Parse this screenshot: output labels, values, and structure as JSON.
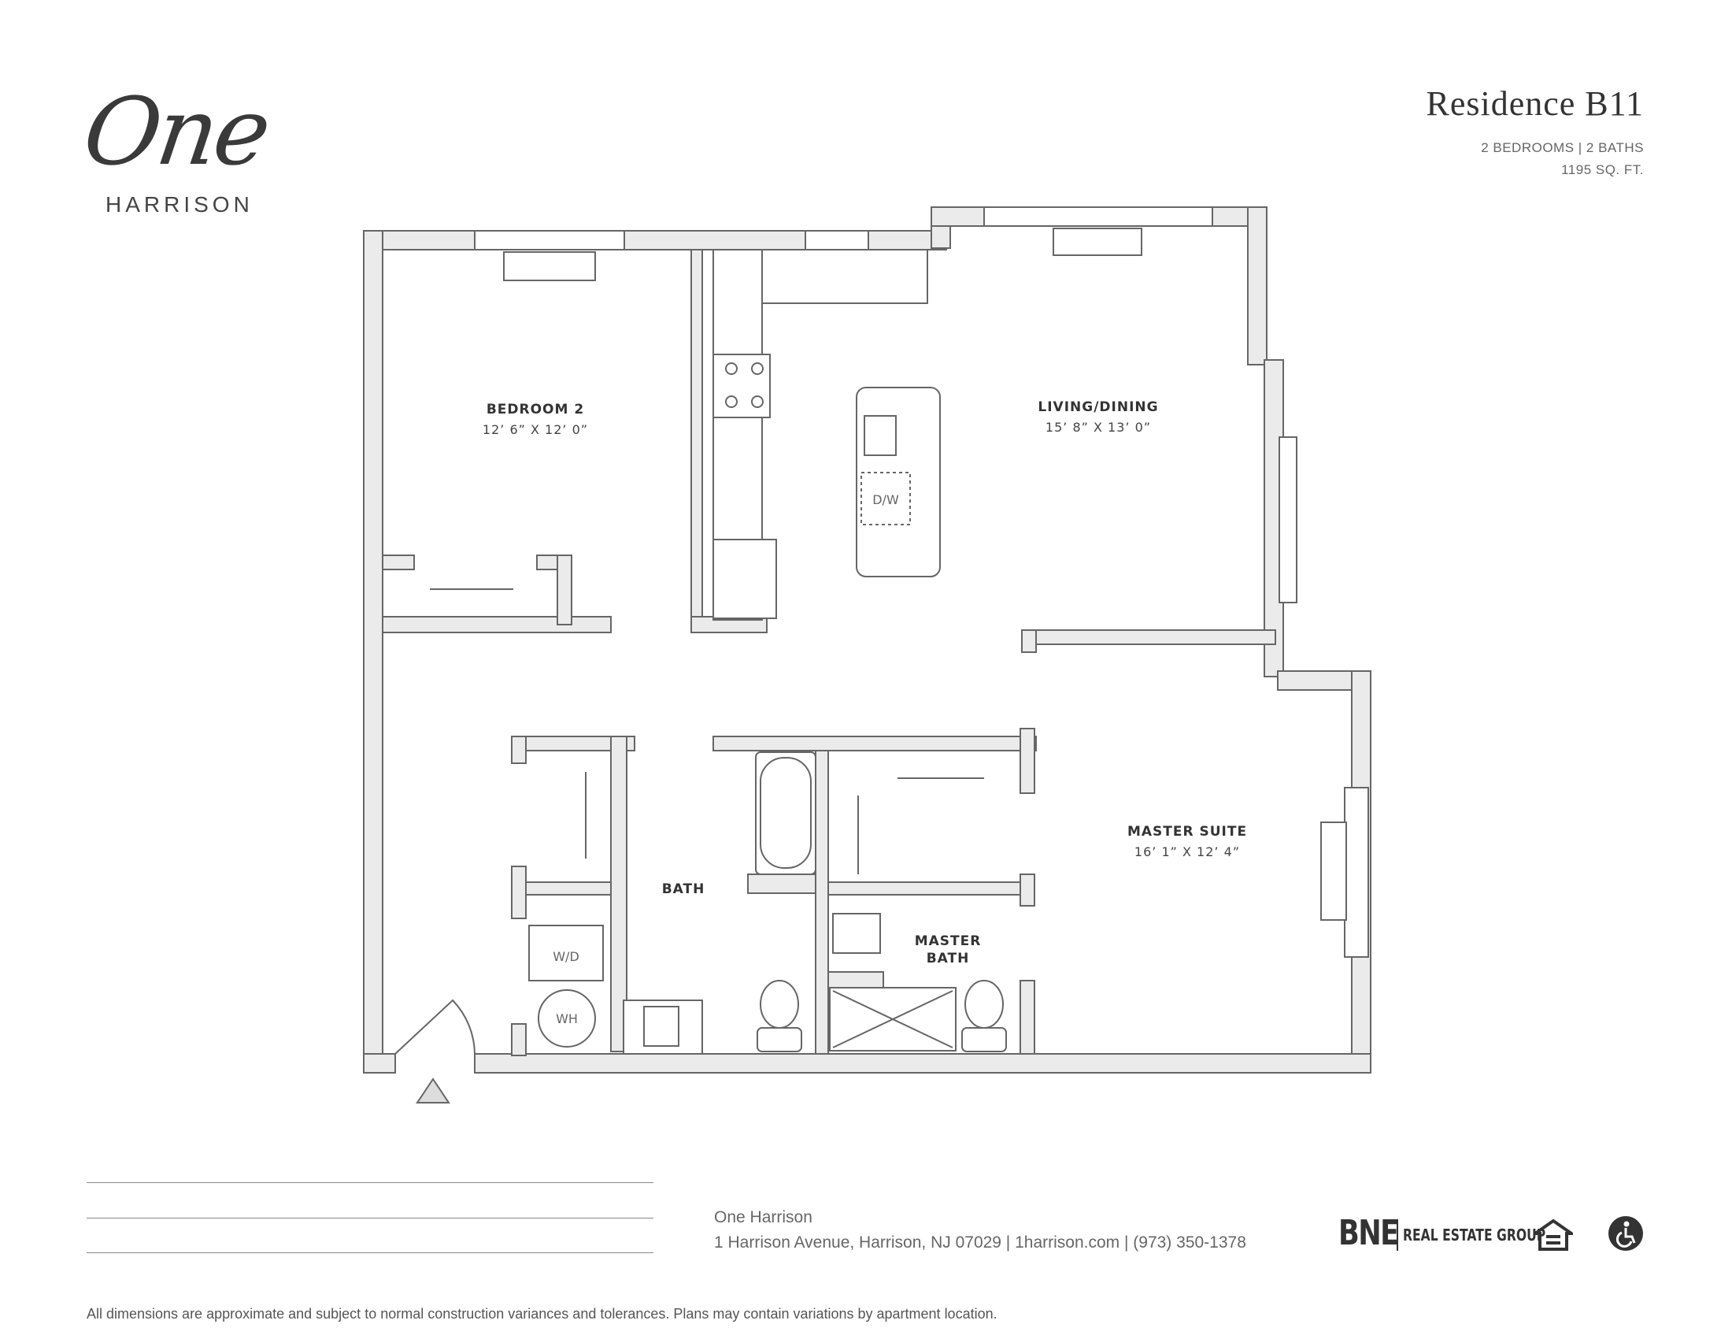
{
  "brand": {
    "logo_script": "One",
    "logo_subtitle": "HARRISON"
  },
  "residence": {
    "title": "Residence B11",
    "bedrooms_baths": "2 BEDROOMS | 2 BATHS",
    "area": "1195 SQ. FT."
  },
  "rooms": {
    "bedroom2": {
      "label": "BEDROOM 2",
      "dims": "12’ 6” X 12’ 0”"
    },
    "living": {
      "label": "LIVING/DINING",
      "dims": "15’ 8” X 13’ 0”"
    },
    "master_suite": {
      "label": "MASTER SUITE",
      "dims": "16’ 1” X 12’ 4”"
    },
    "bath": {
      "label": "BATH"
    },
    "master_bath": {
      "label_line1": "MASTER",
      "label_line2": "BATH"
    }
  },
  "fixtures": {
    "dishwasher": "D/W",
    "washer_dryer": "W/D",
    "water_heater": "WH"
  },
  "contact": {
    "name": "One Harrison",
    "details": "1 Harrison Avenue, Harrison, NJ 07029 | 1harrison.com | (973) 350-1378"
  },
  "footer_logos": {
    "bne": "BNE",
    "bne_sub": "REAL ESTATE GROUP",
    "equal_housing_icon": "equal-housing-icon",
    "accessibility_icon": "wheelchair-icon"
  },
  "disclaimer": "All dimensions are approximate and subject to normal construction variances and tolerances. Plans may contain variations by apartment location."
}
